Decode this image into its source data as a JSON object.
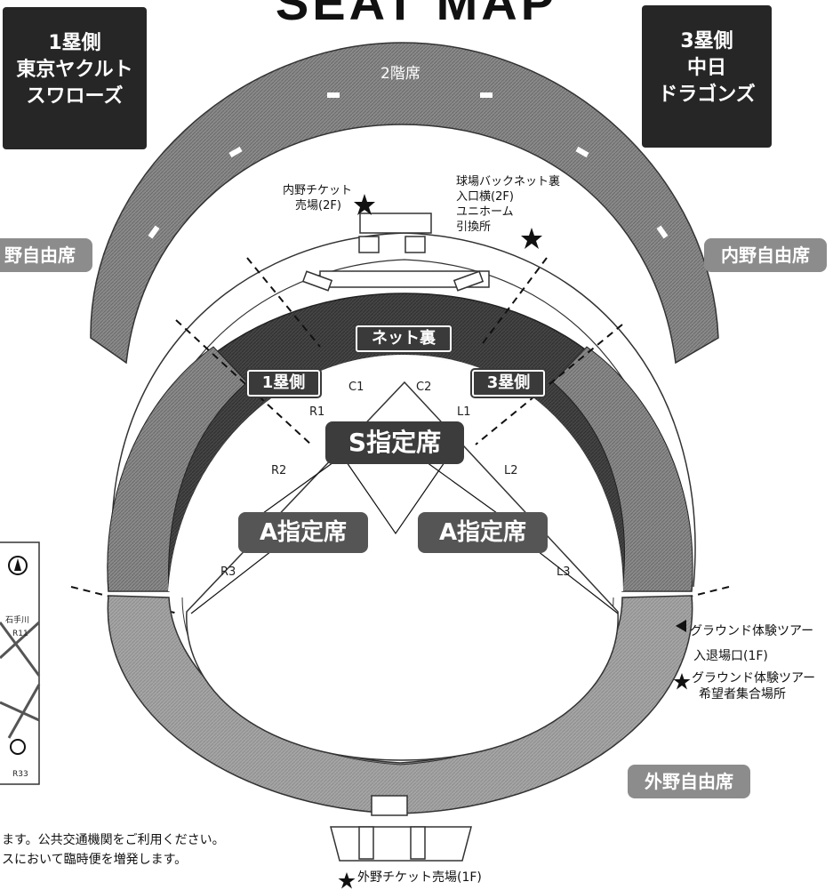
{
  "title": "SEAT MAP",
  "teams": {
    "left": [
      "1塁側",
      "東京ヤクルト",
      "スワローズ"
    ],
    "right": [
      "3塁側",
      "中日",
      "ドラゴンズ"
    ]
  },
  "sections": {
    "second_floor": "2階席",
    "infield_free_left": "野自由席",
    "infield_free_right": "内野自由席",
    "outfield_free": "外野自由席",
    "net_back": "ネット裏",
    "first_base": "1塁側",
    "third_base": "3塁側",
    "s_reserved": "S指定席",
    "a_reserved_left": "A指定席",
    "a_reserved_right": "A指定席"
  },
  "block_codes": [
    "C1",
    "C2",
    "R1",
    "L1",
    "R2",
    "L2",
    "R3",
    "L3"
  ],
  "labels": {
    "infield_ticket": [
      "内野チケット",
      "売場(2F)"
    ],
    "uniform_exchange": [
      "球場バックネット裏",
      "入口横(2F)",
      "ユニホーム",
      "引換所"
    ],
    "ground_tour_entrance": [
      "グラウンド体験ツアー",
      "入退場口(1F)"
    ],
    "ground_tour_meeting": [
      "グラウンド体験ツアー",
      "希望者集合場所"
    ],
    "outfield_ticket": "外野チケット売場(1F)"
  },
  "footer_notes": [
    "ます。公共交通機関をご利用ください。",
    "スにおいて臨時便を増発します。"
  ],
  "map_labels": [
    "石手川",
    "R11",
    "R33"
  ],
  "colors": {
    "dark_seat": "#3d3d3d",
    "mid_seat": "#7e7e7e",
    "outfield_seat": "#9a9a9a",
    "team_box": "#262626"
  }
}
